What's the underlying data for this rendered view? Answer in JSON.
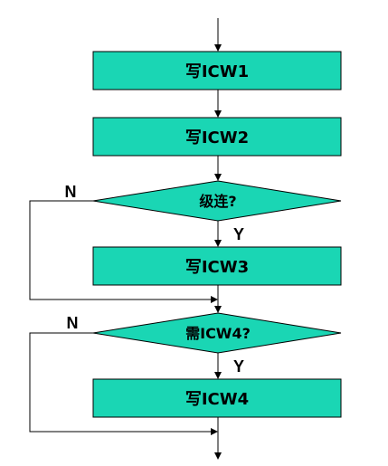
{
  "colors": {
    "fill": "#1ad6b4",
    "stroke": "#000000",
    "line": "#000000"
  },
  "flowchart": {
    "steps": {
      "icw1": "写ICW1",
      "icw2": "写ICW2",
      "cascade": "级连?",
      "icw3": "写ICW3",
      "need_icw4": "需ICW4?",
      "icw4": "写ICW4"
    },
    "branches": {
      "cascade_no": "N",
      "cascade_yes": "Y",
      "icw4_no": "N",
      "icw4_yes": "Y"
    }
  }
}
